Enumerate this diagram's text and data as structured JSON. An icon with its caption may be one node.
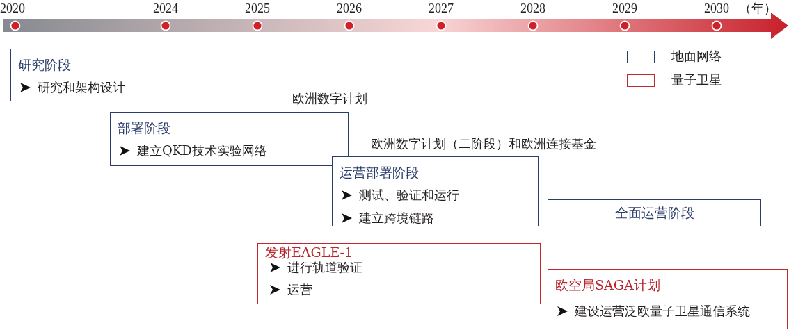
{
  "diagram": {
    "nodes": [
      {
        "text": [
          "研究阶段",
          "研究和架构设计"
        ]
      },
      {
        "text": [
          "部署阶段",
          "建立QKD技术实验网络"
        ]
      },
      {
        "text": [
          "运营部署阶段",
          "测试、验证和运行",
          "建立跨境链路"
        ]
      },
      {
        "text": [
          "全面运营阶段"
        ]
      },
      {
        "text": [
          "发射EAGLE-1",
          "进行轨道验证",
          "运营"
        ]
      },
      {
        "text": [
          "欧空局SAGA计划",
          "建设运营泛欧量子卫星通信系统"
        ]
      }
    ],
    "labels": [
      "2020",
      "2024",
      "2025",
      "2026",
      "2027",
      "2028",
      "2029",
      "2030",
      "（年）",
      "欧洲数字计划",
      "欧洲数字计划（二阶段）和欧洲连接基金"
    ],
    "legend": [
      {
        "text": "地面网络",
        "color": "#2b3d6b"
      },
      {
        "text": "量子卫星",
        "color": "#c0282e"
      }
    ]
  }
}
